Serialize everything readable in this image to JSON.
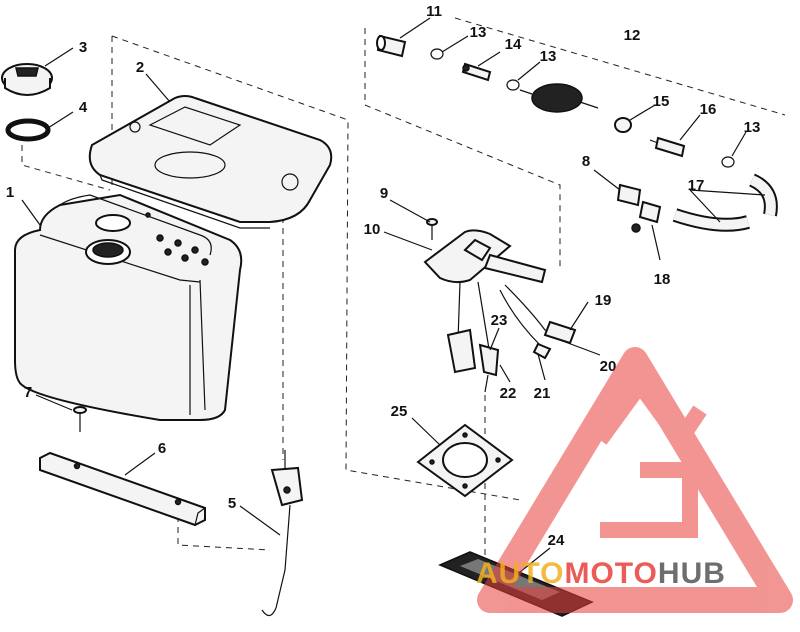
{
  "diagram": {
    "callouts": [
      "1",
      "2",
      "3",
      "4",
      "5",
      "6",
      "7",
      "8",
      "9",
      "10",
      "11",
      "12",
      "13",
      "13",
      "13",
      "14",
      "15",
      "16",
      "17",
      "18",
      "19",
      "20",
      "21",
      "22",
      "23",
      "24",
      "25"
    ]
  },
  "watermark": {
    "part1": "AUTO",
    "part2": "MOTO",
    "part3": "HUB",
    "color_primary": "#e8403a",
    "color_secondary": "#f0b020",
    "color_dark": "#555555"
  }
}
